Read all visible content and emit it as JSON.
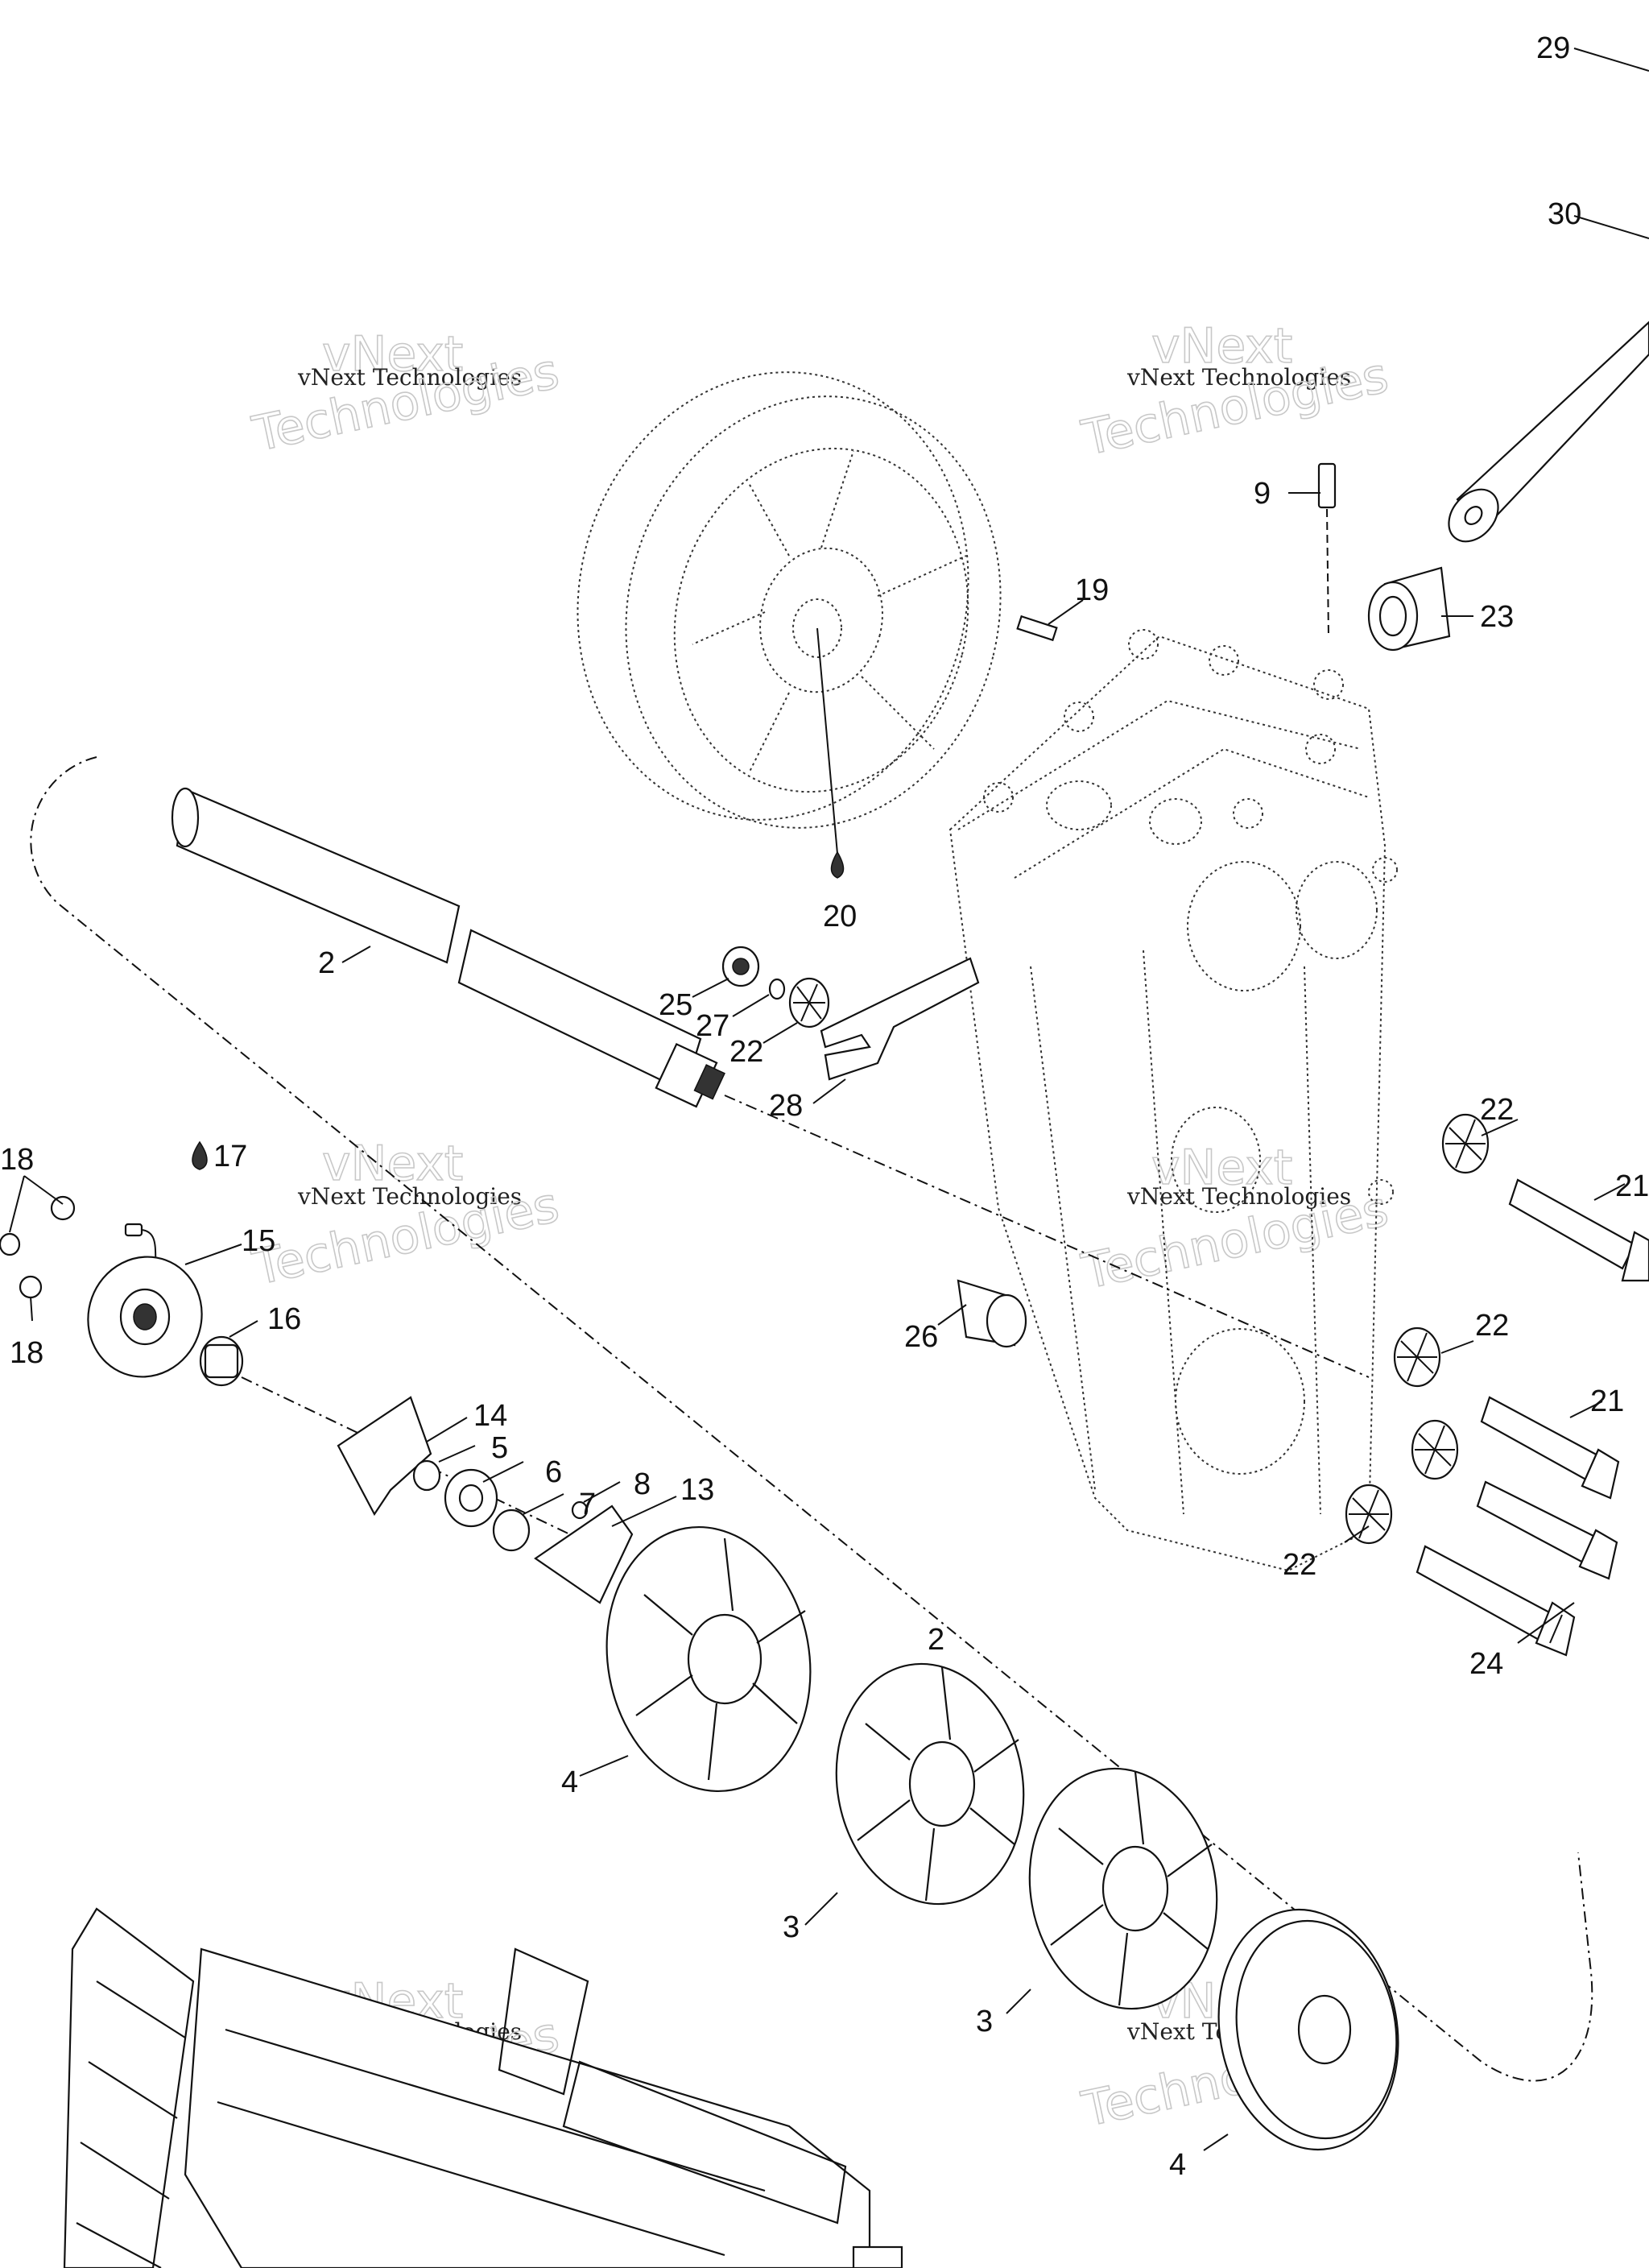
{
  "watermark": {
    "line1": "vNext Technologies",
    "line2": "vNext",
    "line3": "Technologies"
  },
  "callouts": {
    "c29": "29",
    "c30": "30",
    "c9": "9",
    "c19": "19",
    "c23": "23",
    "c20": "20",
    "c2a": "2",
    "c25": "25",
    "c27": "27",
    "c22a": "22",
    "c28": "28",
    "c22b": "22",
    "c21a": "21",
    "c17": "17",
    "c18a": "18",
    "c15": "15",
    "c16": "16",
    "c18b": "18",
    "c26": "26",
    "c22c": "22",
    "c21b": "21",
    "c14": "14",
    "c5": "5",
    "c6": "6",
    "c7": "7",
    "c8": "8",
    "c13": "13",
    "c22d": "22",
    "c24": "24",
    "c2b": "2",
    "c4a": "4",
    "c3a": "3",
    "c3b": "3",
    "c4b": "4"
  },
  "icons": {
    "oil_drop_20": "oil-drop-icon",
    "oil_drop_17": "oil-drop-icon"
  }
}
